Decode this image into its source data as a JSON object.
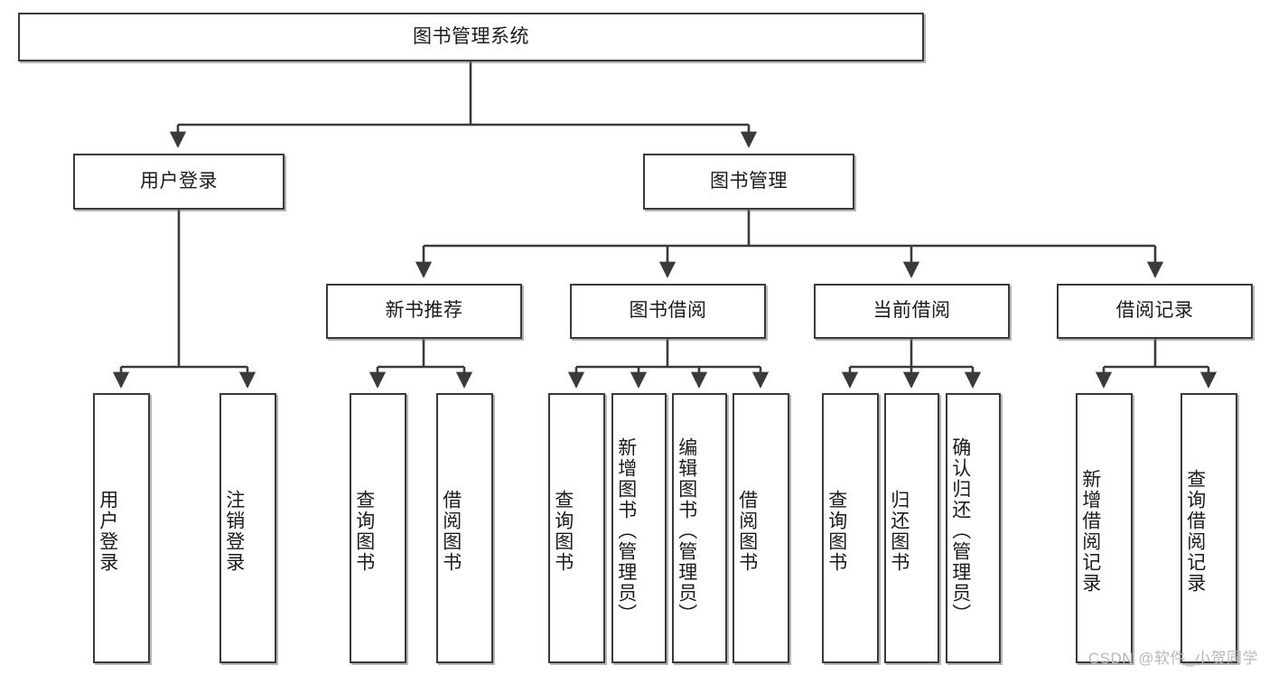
{
  "diagram": {
    "title": "图书管理系统",
    "type": "tree",
    "watermark": "CSDN @软件_小贺同学",
    "colors": {
      "border": "#3a3a3a",
      "text": "#1b1b1b",
      "background": "#ffffff",
      "watermark": "#b8b8b8"
    },
    "root": {
      "label": "图书管理系统"
    },
    "level2": [
      {
        "label": "用户登录"
      },
      {
        "label": "图书管理"
      }
    ],
    "level3": [
      {
        "label": "新书推荐"
      },
      {
        "label": "图书借阅"
      },
      {
        "label": "当前借阅"
      },
      {
        "label": "借阅记录"
      }
    ],
    "leaves": {
      "user_login": [
        {
          "label": "用户登录"
        },
        {
          "label": "注销登录"
        }
      ],
      "new_book": [
        {
          "label": "查询图书"
        },
        {
          "label": "借阅图书"
        }
      ],
      "book_borrow": [
        {
          "label": "查询图书"
        },
        {
          "label": "新增图书（管理员）"
        },
        {
          "label": "编辑图书（管理员）"
        },
        {
          "label": "借阅图书"
        }
      ],
      "current_borrow": [
        {
          "label": "查询图书"
        },
        {
          "label": "归还图书"
        },
        {
          "label": "确认归还（管理员）"
        }
      ],
      "borrow_record": [
        {
          "label": "新增借阅记录"
        },
        {
          "label": "查询借阅记录"
        }
      ]
    }
  }
}
